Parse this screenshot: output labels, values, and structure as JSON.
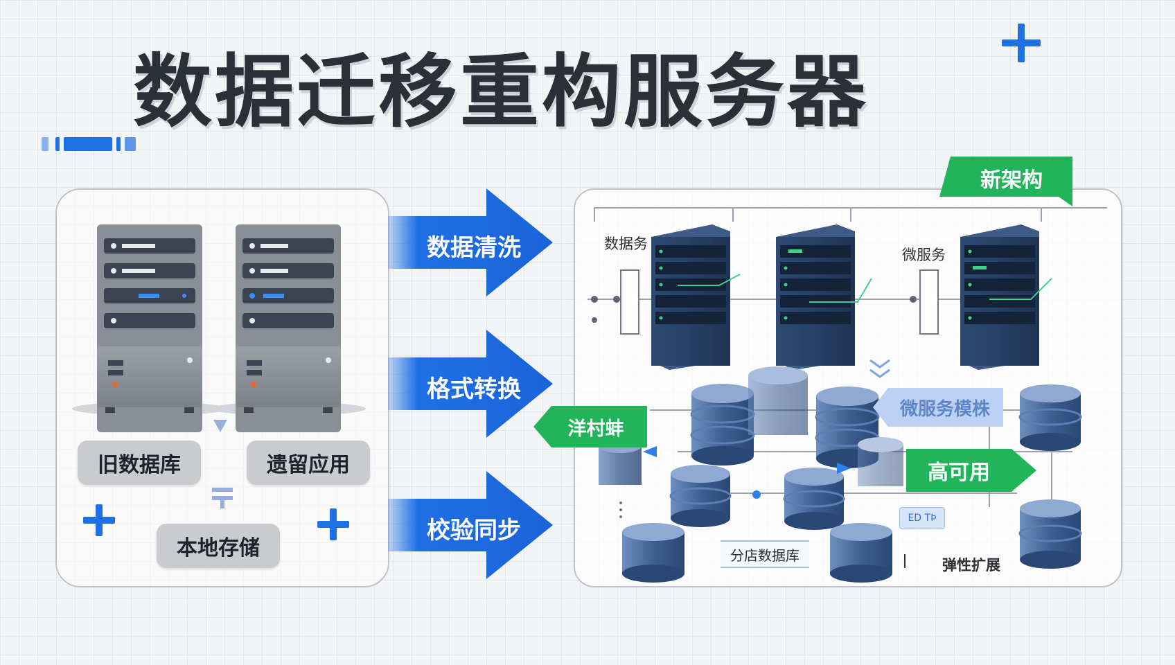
{
  "title": "数据迁移重构服务器",
  "legacy": {
    "labels": {
      "old_db": "旧数据库",
      "legacy_app": "遗留应用",
      "local_storage": "本地存储"
    }
  },
  "steps": {
    "clean": "数据清洗",
    "convert": "格式转换",
    "verify": "校验同步"
  },
  "new_arch": {
    "badge": "新架构",
    "label_data": "数据务",
    "label_micro": "微服务",
    "micro_module": "微服务模株",
    "green_tag": "洋村蚌",
    "high_avail": "高可用",
    "distributed_db": "分店数据库",
    "elastic": "弹性扩展",
    "small_badge": "ED TÞ"
  },
  "colors": {
    "blue": "#1f6fe5",
    "green": "#22b45a",
    "server_gray": "#8a8f97",
    "server_navy": "#2f4566"
  }
}
